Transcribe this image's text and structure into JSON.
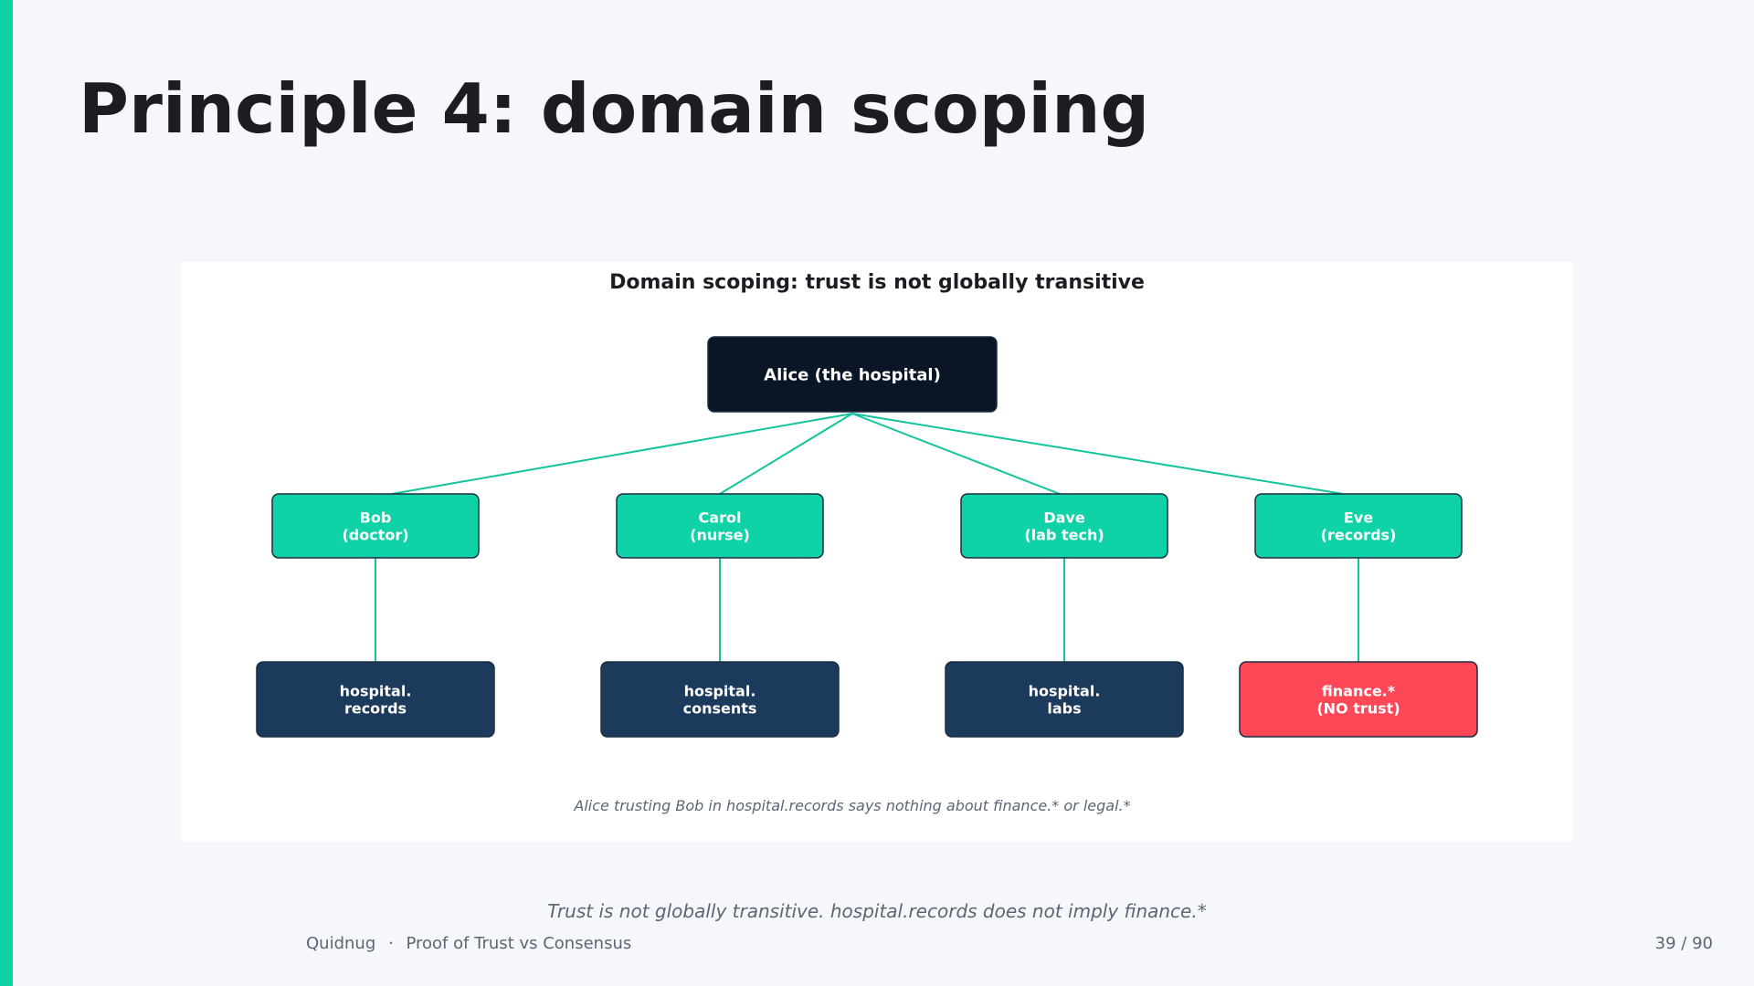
{
  "slide": {
    "title": "Principle 4: domain scoping",
    "caption": "Trust is not globally transitive. hospital.records does not imply finance.*",
    "footer_brand": "Quidnug",
    "footer_separator": "·",
    "footer_deck": "Proof of Trust vs Consensus",
    "page_number": "39 / 90"
  },
  "diagram": {
    "title": "Domain scoping: trust is not globally transitive",
    "note": "Alice trusting Bob in hospital.records says nothing about finance.* or legal.*",
    "colors": {
      "root": "#0a1525",
      "person": "#0fd3a7",
      "domain": "#1c3a5c",
      "denied": "#ff4757",
      "edge": "#12c49d"
    },
    "root": {
      "lines": [
        "Alice (the hospital)"
      ]
    },
    "people": [
      {
        "lines": [
          "Bob",
          "(doctor)"
        ]
      },
      {
        "lines": [
          "Carol",
          "(nurse)"
        ]
      },
      {
        "lines": [
          "Dave",
          "(lab tech)"
        ]
      },
      {
        "lines": [
          "Eve",
          "(records)"
        ]
      }
    ],
    "domains": [
      {
        "lines": [
          "hospital.",
          "records"
        ],
        "trusted": true
      },
      {
        "lines": [
          "hospital.",
          "consents"
        ],
        "trusted": true
      },
      {
        "lines": [
          "hospital.",
          "labs"
        ],
        "trusted": true
      },
      {
        "lines": [
          "finance.*",
          "(NO trust)"
        ],
        "trusted": false
      }
    ]
  }
}
